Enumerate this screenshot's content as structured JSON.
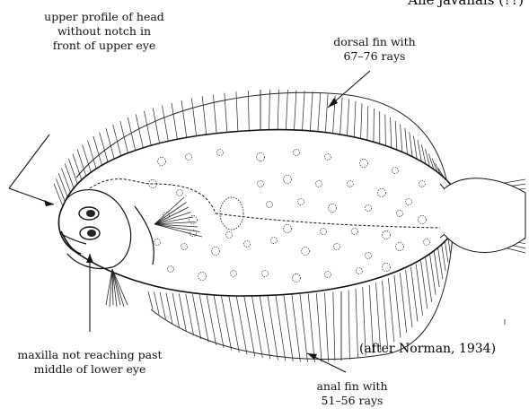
{
  "header": {
    "species": "Aile javanais (??)"
  },
  "labels": {
    "head_profile": [
      "upper profile of head",
      "without notch in",
      "front of upper eye"
    ],
    "dorsal_fin": [
      "dorsal fin with",
      "67–76 rays"
    ],
    "maxilla": [
      "maxilla not reaching past",
      "middle of lower eye"
    ],
    "anal_fin": [
      "anal fin with",
      "51–56 rays"
    ]
  },
  "credit": "(after Norman, 1934)"
}
